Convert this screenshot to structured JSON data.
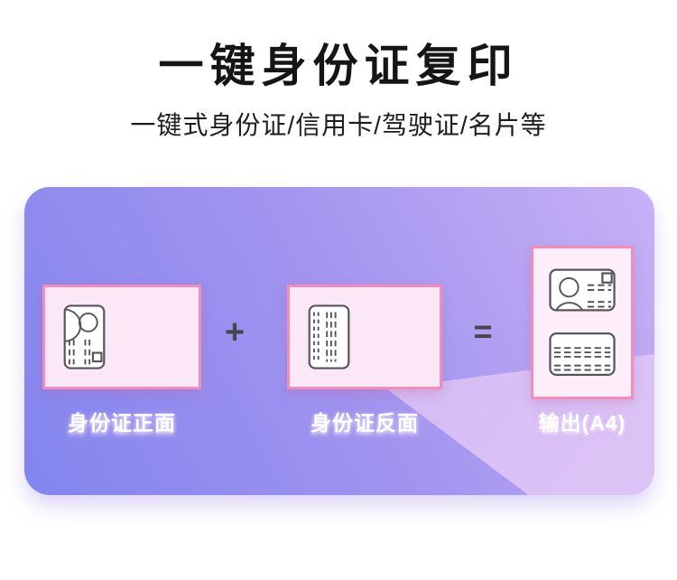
{
  "header": {
    "title": "一键身份证复印",
    "subtitle": "一键式身份证/信用卡/驾驶证/名片等"
  },
  "diagram": {
    "operators": {
      "plus": "+",
      "equals": "="
    },
    "cards": [
      {
        "label": "身份证正面",
        "icon": "id-card-front-portrait-icon"
      },
      {
        "label": "身份证反面",
        "icon": "id-card-back-portrait-icon"
      },
      {
        "label": "输出(A4)",
        "icons": [
          "id-card-front-icon",
          "id-card-back-icon"
        ]
      }
    ],
    "colors": {
      "panel_gradient_start": "#8285ee",
      "panel_gradient_end": "#c7b1f6",
      "highlight_wedge": "#d5bcf3",
      "card_border": "#f28cba",
      "card_fill": "#fbe7f5",
      "output_card_fill": "#fdeef9",
      "icon_stroke": "#55555c",
      "operator_color": "#46464e",
      "label_color": "#ffffff",
      "title_color": "#151515"
    }
  }
}
